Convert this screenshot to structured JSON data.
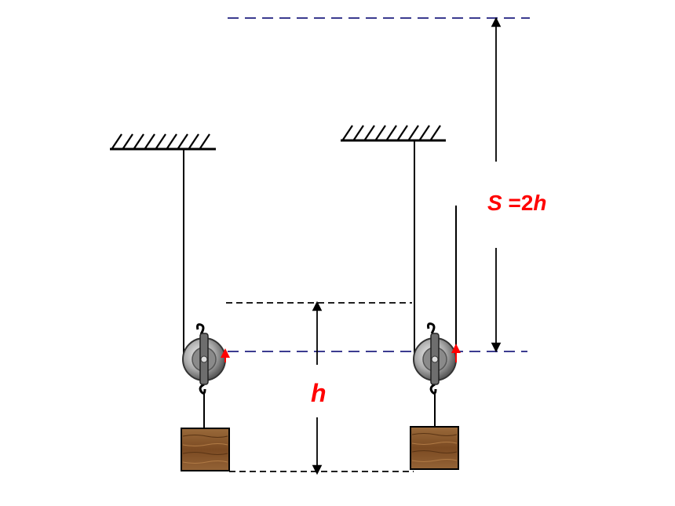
{
  "labels": {
    "h": "h",
    "s_symbol": "S",
    "s_equals": " =2",
    "s_h": "h"
  },
  "colors": {
    "dashed_blue": "#3b3b8f",
    "dashed_black": "#000000",
    "label_red": "#ff0000",
    "wood": "#8b5a2b",
    "pulley_gray": "#9a9a9a"
  },
  "icons": {
    "ceiling": "hatched-ceiling-icon",
    "pulley": "pulley-icon",
    "hook": "hook-icon",
    "weight": "wooden-block-icon"
  }
}
